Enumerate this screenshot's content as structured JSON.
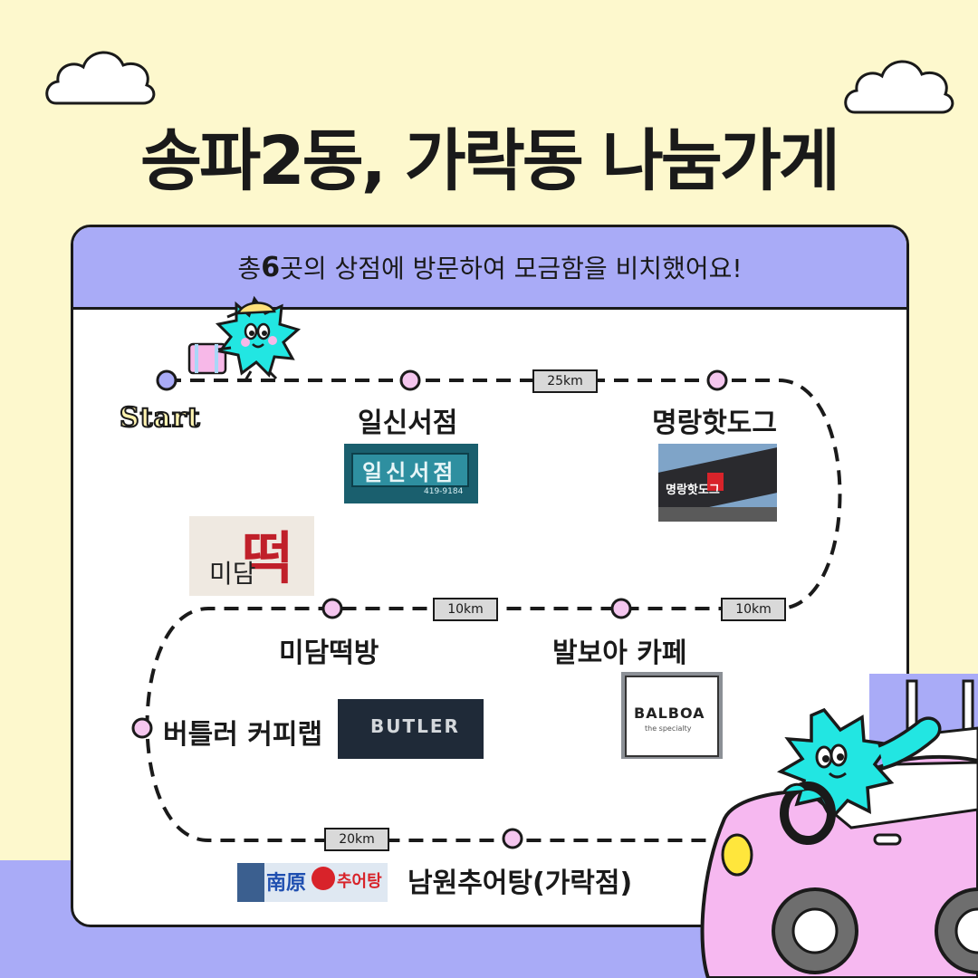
{
  "title": "송파2동, 가락동 나눔가게",
  "header": {
    "prefix": "총 ",
    "count": "6",
    "suffix": "곳의 상점에 방문하여 모금함을 비치했어요!"
  },
  "start_label": "Start",
  "stores": [
    {
      "name": "일신서점",
      "sign_text": "일신서점",
      "sign_sub": "419-9184"
    },
    {
      "name": "명랑핫도그",
      "sign_text": "명랑핫도그"
    },
    {
      "name": "미담떡방",
      "sign_text": "떡",
      "sign_sub": "미담"
    },
    {
      "name": "발보아 카페",
      "sign_text": "BALBOA",
      "sign_sub": "the specialty"
    },
    {
      "name": "버틀러 커피랩",
      "sign_text": "BUTLER"
    },
    {
      "name": "남원추어탕(가락점)",
      "sign_text": "南原",
      "sign_sub": "추어탕"
    }
  ],
  "distances": [
    "25km",
    "10km",
    "10km",
    "20km"
  ],
  "colors": {
    "background": "#fdf8cd",
    "accent": "#a9abf7",
    "stop_dot": "#f4c6ee",
    "start_dot": "#a9abf7",
    "mascot": "#22e6e2",
    "car": "#f6b8f0"
  }
}
